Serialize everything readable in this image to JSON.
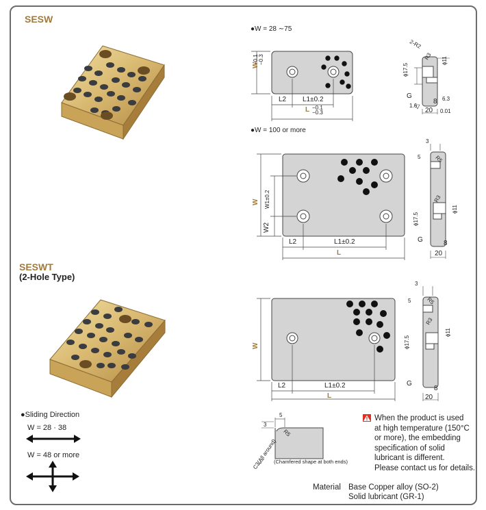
{
  "sesw": {
    "title": "SESW"
  },
  "seswt": {
    "title": "SESWT",
    "subtitle": "(2-Hole Type)"
  },
  "sliding": {
    "title": "●Sliding Direction",
    "w1": "W = 28 · 38",
    "w2": "W = 48 or more"
  },
  "diagram1": {
    "heading": "●W = 28 ∼75",
    "W": "W",
    "W_tol_top": "−0.1",
    "W_tol_bot": "−0.3",
    "L2": "L2",
    "L1": "L1±0.2",
    "L": "L",
    "L_tol_top": "−0.1",
    "L_tol_bot": "−0.3",
    "side_r": "2-R2",
    "side_r3": "R3",
    "d175": "ϕ17.5",
    "d11": "ϕ11",
    "G": "G",
    "s16": "1.6",
    "s63": "6.3",
    "eight": "8",
    "twenty": "20",
    "twenty_tol": "0.01"
  },
  "diagram2": {
    "heading": "●W = 100 or more",
    "W": "W",
    "W1": "W1±0.2",
    "W2": "W2",
    "L2": "L2",
    "L1": "L1±0.2",
    "L": "L",
    "three": "3",
    "five": "5",
    "R5": "R5",
    "R3": "R3",
    "d175": "ϕ17.5",
    "d11": "ϕ11",
    "G": "G",
    "eight": "8",
    "twenty": "20"
  },
  "diagram3": {
    "W": "W",
    "L2": "L2",
    "L1": "L1±0.2",
    "L": "L",
    "three": "3",
    "five": "5",
    "R5": "R5",
    "R3": "R3",
    "d175": "ϕ17.5",
    "d11": "ϕ11",
    "G": "G",
    "eight": "8",
    "twenty": "20"
  },
  "chamfer": {
    "five": "5",
    "three": "3",
    "R5": "R5",
    "c3": "C3(All around)",
    "caption": "(Chamfered shape at both ends)"
  },
  "warning": {
    "icon": "warning-icon",
    "lines": [
      "When the product is used",
      "at high temperature (150°C",
      "or more), the embedding",
      "specification of solid",
      "lubricant is different.",
      "Please contact us for details."
    ]
  },
  "material": {
    "label": "Material",
    "base": "Base Copper alloy (SO-2)",
    "lubricant": "Solid lubricant (GR-1)"
  },
  "colors": {
    "gold": "#a07a3e",
    "plate": "#d4d4d4",
    "border": "#6b6b6b",
    "tolerance": "#a07a3e",
    "warning": "#e03020"
  }
}
